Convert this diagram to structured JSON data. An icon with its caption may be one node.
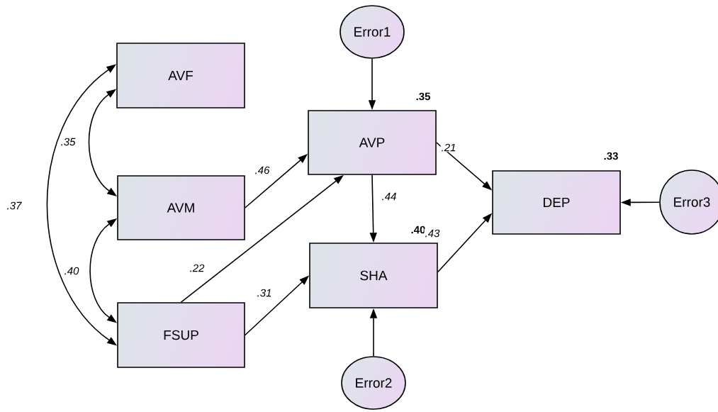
{
  "diagram": {
    "nodes": [
      {
        "text": [
          "AVF"
        ]
      },
      {
        "text": [
          "AVM"
        ]
      },
      {
        "text": [
          "FSUP"
        ]
      },
      {
        "text": [
          "Error1"
        ]
      },
      {
        "text": [
          "AVP"
        ],
        "beside": [
          ".35"
        ]
      },
      {
        "text": [
          "SHA"
        ],
        "beside": [
          ".40"
        ]
      },
      {
        "text": [
          "DEP"
        ],
        "beside": [
          ".33"
        ]
      },
      {
        "text": [
          "Error3"
        ]
      },
      {
        "text": [
          "Error2"
        ]
      }
    ],
    "edges": [
      {
        "from": 3,
        "to": 4,
        "arrow": "to"
      },
      {
        "from": 1,
        "to": 4,
        "arrow": "to",
        "label": ".46"
      },
      {
        "from": 2,
        "to": 4,
        "arrow": "to",
        "label": ".22"
      },
      {
        "from": 2,
        "to": 5,
        "arrow": "to",
        "label": ".31"
      },
      {
        "from": 4,
        "to": 5,
        "arrow": "to",
        "label": ".44"
      },
      {
        "from": 4,
        "to": 6,
        "arrow": "to",
        "label": ".21"
      },
      {
        "from": 5,
        "to": 6,
        "arrow": "to",
        "label": ".43"
      },
      {
        "from": 8,
        "to": 5,
        "arrow": "to"
      },
      {
        "from": 7,
        "to": 6,
        "arrow": "to"
      },
      {
        "from": 0,
        "to": 1,
        "arrow": "both",
        "label": ".35"
      },
      {
        "from": 1,
        "to": 2,
        "arrow": "both",
        "label": ".40"
      },
      {
        "from": 0,
        "to": 2,
        "arrow": "both",
        "label": ".37"
      }
    ]
  }
}
